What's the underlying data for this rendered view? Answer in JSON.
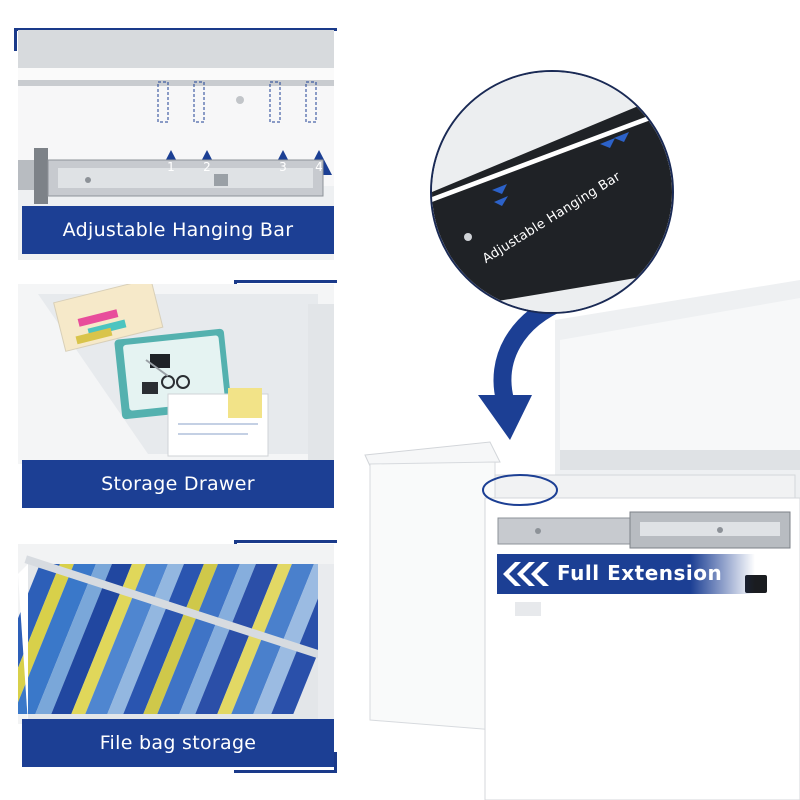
{
  "panels": [
    {
      "caption": "Adjustable Hanging Bar",
      "markers": [
        "1",
        "2",
        "3",
        "4"
      ]
    },
    {
      "caption": "Storage Drawer"
    },
    {
      "caption": "File bag storage"
    }
  ],
  "zoom_label": "Adjustable Hanging Bar",
  "feature_label": "Full Extension",
  "colors": {
    "brand_blue": "#1c3f94",
    "dark_navy": "#1a2a55",
    "white": "#ffffff"
  }
}
